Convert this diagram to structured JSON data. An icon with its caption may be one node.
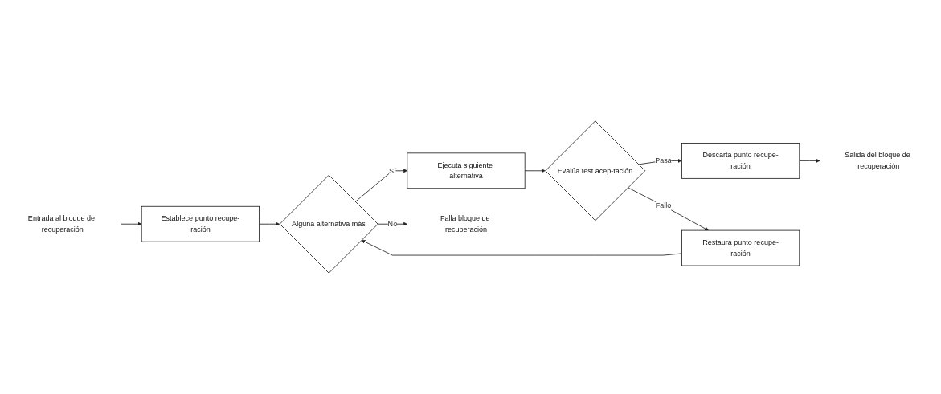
{
  "diagram": {
    "nodes": [
      {
        "text": [
          "Entrada al bloque de recuperación"
        ]
      },
      {
        "text": [
          "Establece punto recupe-ración"
        ]
      },
      {
        "text": [
          "Alguna alternativa más"
        ]
      },
      {
        "text": [
          "Ejecuta siguiente alternativa"
        ]
      },
      {
        "text": [
          "Evalúa test acep-tación"
        ]
      },
      {
        "text": [
          "Descarta punto recupe-ración"
        ]
      },
      {
        "text": [
          "Salida del bloque de recuperación"
        ]
      },
      {
        "text": [
          "Restaura punto recupe-ración"
        ]
      },
      {
        "text": [
          "Falla bloque de recuperación"
        ]
      }
    ],
    "edges": [
      {
        "from": 0,
        "to": 1,
        "arrow": "to"
      },
      {
        "from": 1,
        "to": 2,
        "arrow": "to"
      },
      {
        "from": 2,
        "to": 3,
        "label": "Sí",
        "arrow": "to"
      },
      {
        "from": 3,
        "to": 4,
        "arrow": "to"
      },
      {
        "from": 4,
        "to": 5,
        "label": "Pasa",
        "arrow": "to"
      },
      {
        "from": 5,
        "to": 6,
        "arrow": "to"
      },
      {
        "from": 4,
        "to": 7,
        "label": "Fallo",
        "arrow": "to"
      },
      {
        "from": 7,
        "to": 2,
        "arrow": "to"
      },
      {
        "from": 2,
        "to": 8,
        "label": "No",
        "arrow": "to"
      }
    ]
  }
}
